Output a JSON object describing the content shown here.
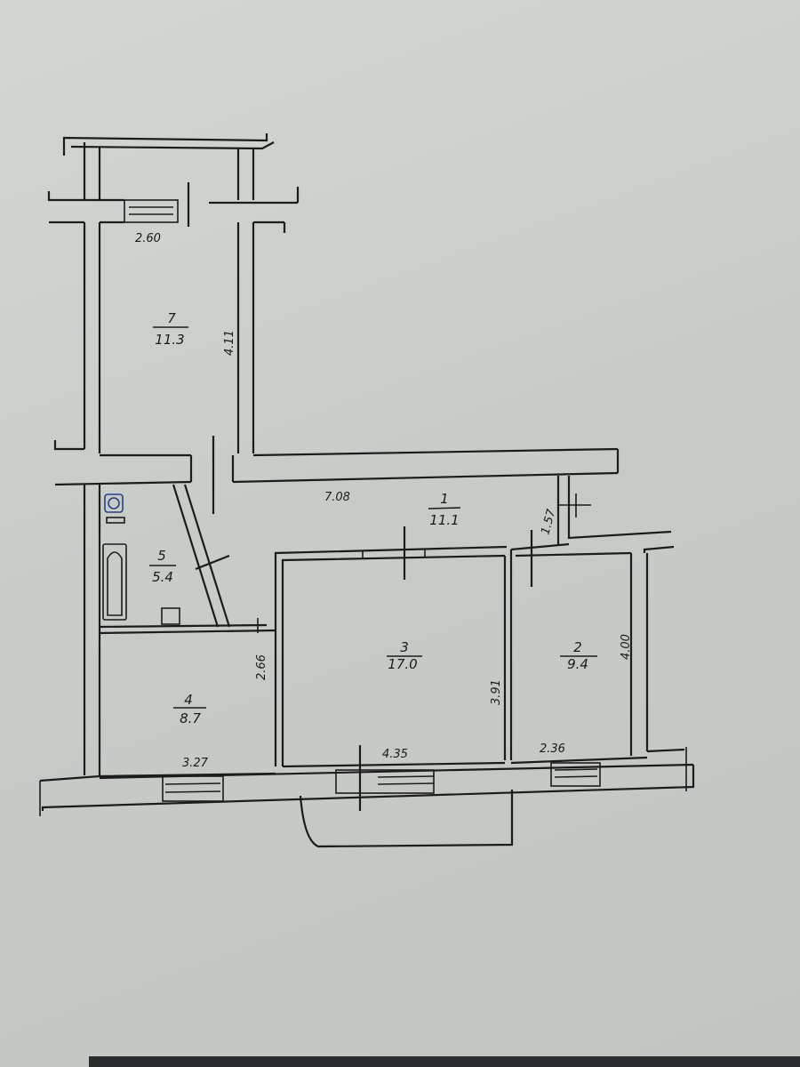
{
  "rooms": [
    {
      "number": "1",
      "area": "11.1"
    },
    {
      "number": "2",
      "area": "9.4"
    },
    {
      "number": "3",
      "area": "17.0"
    },
    {
      "number": "4",
      "area": "8.7"
    },
    {
      "number": "5",
      "area": "5.4"
    },
    {
      "number": "7",
      "area": "11.3"
    }
  ],
  "dimensions": {
    "room7_width": "2.60",
    "room7_length": "4.11",
    "corridor_length": "7.08",
    "corridor_width": "1.57",
    "room2_length": "4.00",
    "room2_width": "2.36",
    "room3_length": "3.91",
    "room3_width": "4.35",
    "room4_length": "2.66",
    "room4_width": "3.27"
  },
  "colors": {
    "paper": "#cdd1cc",
    "ink": "#1c1c1c"
  }
}
